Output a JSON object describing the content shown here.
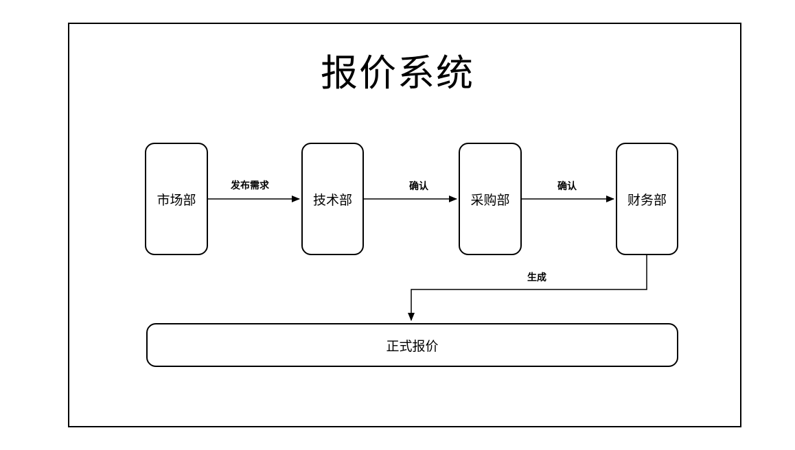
{
  "diagram": {
    "title": "报价系统",
    "nodes": [
      {
        "id": "marketing-dept",
        "label": "市场部",
        "shape": "rounded-rect"
      },
      {
        "id": "tech-dept",
        "label": "技术部",
        "shape": "rounded-rect"
      },
      {
        "id": "procurement-dept",
        "label": "采购部",
        "shape": "rounded-rect"
      },
      {
        "id": "finance-dept",
        "label": "财务部",
        "shape": "rounded-rect"
      },
      {
        "id": "formal-quote",
        "label": "正式报价",
        "shape": "rounded-rect"
      }
    ],
    "edges": [
      {
        "from": "市场部",
        "to": "技术部",
        "label": "发布需求"
      },
      {
        "from": "技术部",
        "to": "采购部",
        "label": "确认"
      },
      {
        "from": "采购部",
        "to": "财务部",
        "label": "确认"
      },
      {
        "from": "财务部",
        "to": "正式报价",
        "label": "生成"
      }
    ],
    "colors": {
      "stroke": "#000000",
      "node_fill": "#ffffff",
      "background": "#ffffff"
    }
  }
}
